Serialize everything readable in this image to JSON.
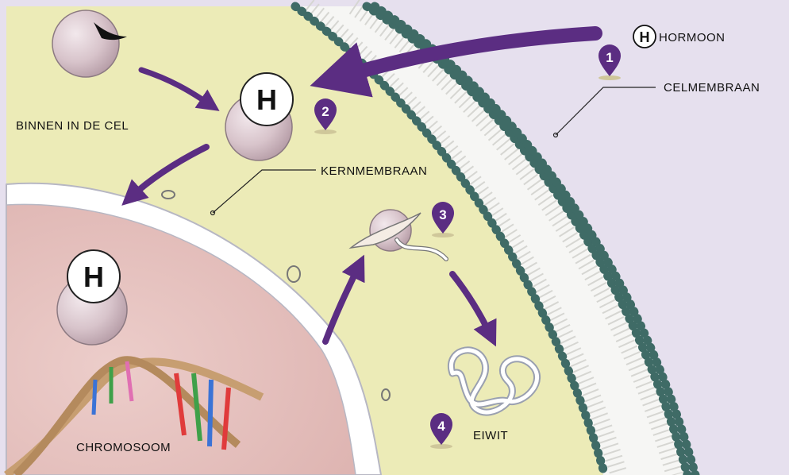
{
  "labels": {
    "hormoon": "HORMOON",
    "hormoon_symbol": "H",
    "celmembraan": "CELMEMBRAAN",
    "binnen_in_de_cel": "BINNEN IN DE CEL",
    "kernmembraan": "KERNMEMBRAAN",
    "chromosoom": "CHROMOSOOM",
    "eiwit": "EIWIT"
  },
  "hormone_symbols": {
    "cell": "H",
    "nucleus": "H"
  },
  "steps": [
    "1",
    "2",
    "3",
    "4"
  ],
  "colors": {
    "background": "#e6e0ee",
    "cytoplasm": "#ecebb7",
    "nucleus": "#e8c4c2",
    "membrane_head": "#3f6b66",
    "arrow": "#5b2d82",
    "marker": "#5b2d82",
    "receptor": "#d9c7cc"
  }
}
